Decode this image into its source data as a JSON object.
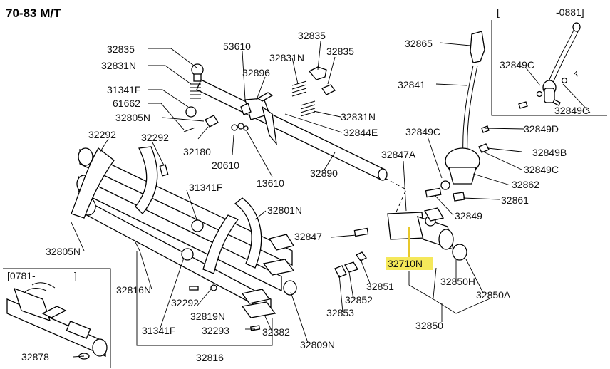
{
  "diagram": {
    "title": "70-83 M/T",
    "highlight_color": "#f5e85a",
    "inset_top_right": {
      "label_open": "[",
      "label_range": "-0881]"
    },
    "inset_bottom_left": {
      "label_open": "[0781-",
      "label_close": "]"
    },
    "labels": {
      "p32835a": "32835",
      "p32831Na": "32831N",
      "p31341Fa": "31341F",
      "p61662": "61662",
      "p32805Na": "32805N",
      "p32292a": "32292",
      "p32292b": "32292",
      "p32180": "32180",
      "p53610": "53610",
      "p32835b": "32835",
      "p32835c": "32835",
      "p32831Nb": "32831N",
      "p32896": "32896",
      "p32831Nc": "32831N",
      "p32844E": "32844E",
      "p20610": "20610",
      "p13610": "13610",
      "p32890": "32890",
      "p31341Fb": "31341F",
      "p32801N": "32801N",
      "p32847": "32847",
      "p32805Nb": "32805N",
      "p32816Na": "32816N",
      "p32292c": "32292",
      "p32819N": "32819N",
      "p31341Fc": "31341F",
      "p32293": "32293",
      "p32382": "32382",
      "p32809N": "32809N",
      "p32816": "32816",
      "p32878": "32878",
      "p32865": "32865",
      "p32841": "32841",
      "p32849Ca": "32849C",
      "p32849Cb": "32849C",
      "p32849Cc": "32849C",
      "p32849Cd": "32849C",
      "p32849D": "32849D",
      "p32849B": "32849B",
      "p32847A": "32847A",
      "p32862": "32862",
      "p32861": "32861",
      "p32849": "32849",
      "p32710N": "32710N",
      "p32851": "32851",
      "p32852": "32852",
      "p32853": "32853",
      "p32850H": "32850H",
      "p32850A": "32850A",
      "p32850": "32850"
    }
  }
}
